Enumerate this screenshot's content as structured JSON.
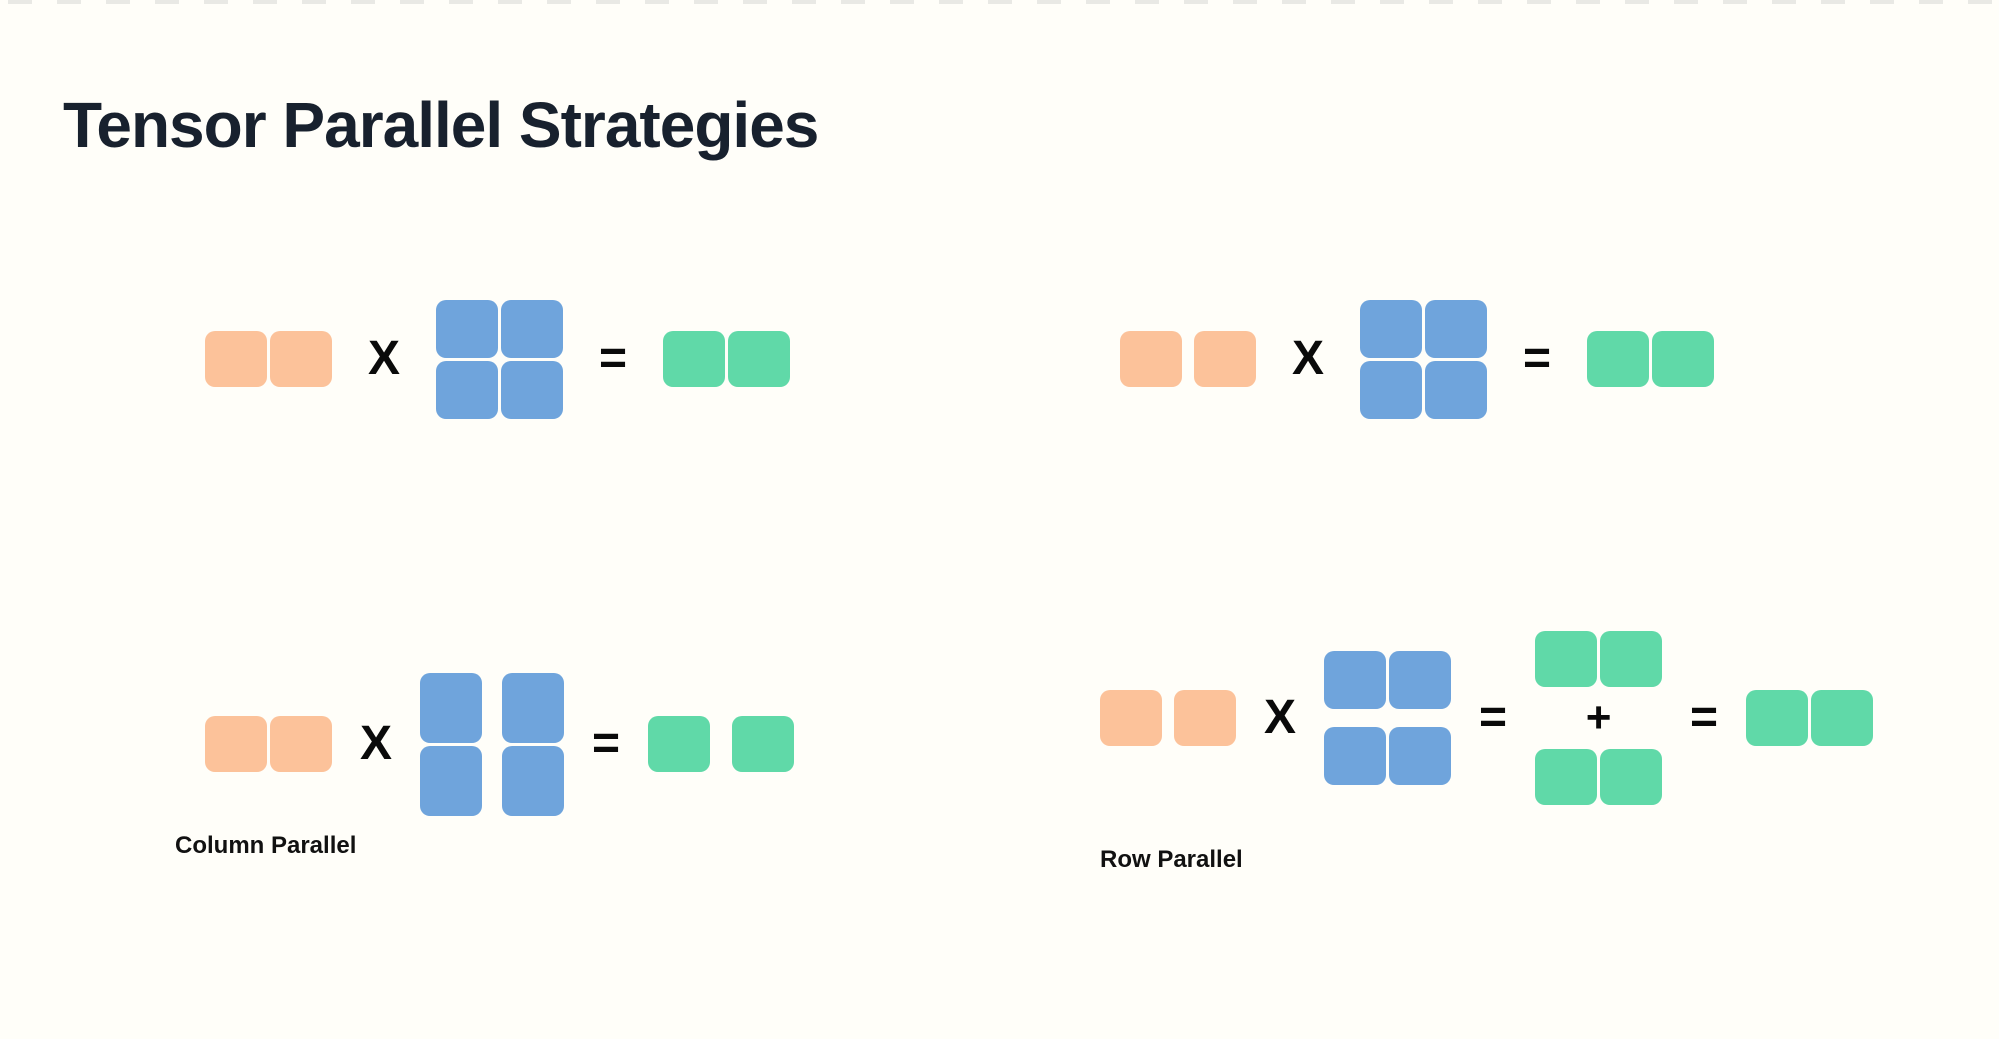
{
  "title": {
    "text": "Tensor Parallel Strategies"
  },
  "palette": {
    "background": "#FFFEF9",
    "title": "#18212E",
    "operator": "#0A0A0A",
    "label": "#111111",
    "top_strip": "#E9E9E5",
    "input": "#FCC29A",
    "weight": "#6FA4DC",
    "output": "#60D9A8"
  },
  "operators": {
    "multiply": "X",
    "equals": "=",
    "plus": "+"
  },
  "labels": {
    "column_parallel": "Column Parallel",
    "row_parallel": "Row Parallel"
  },
  "diagrams": [
    {
      "name": "unsplit-matmul-left",
      "label": null,
      "sequence": [
        {
          "type": "vector",
          "role": "input",
          "split": false
        },
        {
          "type": "operator",
          "symbol": "X"
        },
        {
          "type": "matrix",
          "role": "weight",
          "split": "none"
        },
        {
          "type": "operator",
          "symbol": "="
        },
        {
          "type": "vector",
          "role": "output",
          "split": false
        }
      ]
    },
    {
      "name": "unsplit-matmul-right",
      "label": null,
      "sequence": [
        {
          "type": "vector",
          "role": "input",
          "split": true
        },
        {
          "type": "operator",
          "symbol": "X"
        },
        {
          "type": "matrix",
          "role": "weight",
          "split": "none"
        },
        {
          "type": "operator",
          "symbol": "="
        },
        {
          "type": "vector",
          "role": "output",
          "split": false
        }
      ]
    },
    {
      "name": "column-parallel",
      "label": "Column Parallel",
      "sequence": [
        {
          "type": "vector",
          "role": "input",
          "split": false
        },
        {
          "type": "operator",
          "symbol": "X"
        },
        {
          "type": "matrix",
          "role": "weight",
          "split": "columns"
        },
        {
          "type": "operator",
          "symbol": "="
        },
        {
          "type": "vector",
          "role": "output",
          "split": true
        }
      ]
    },
    {
      "name": "row-parallel",
      "label": "Row Parallel",
      "sequence": [
        {
          "type": "vector",
          "role": "input",
          "split": true
        },
        {
          "type": "operator",
          "symbol": "X"
        },
        {
          "type": "matrix",
          "role": "weight",
          "split": "rows"
        },
        {
          "type": "operator",
          "symbol": "="
        },
        {
          "type": "stack",
          "role": "output",
          "items": [
            "vector",
            "plus",
            "vector"
          ]
        },
        {
          "type": "operator",
          "symbol": "="
        },
        {
          "type": "vector",
          "role": "output",
          "split": false
        }
      ]
    }
  ]
}
